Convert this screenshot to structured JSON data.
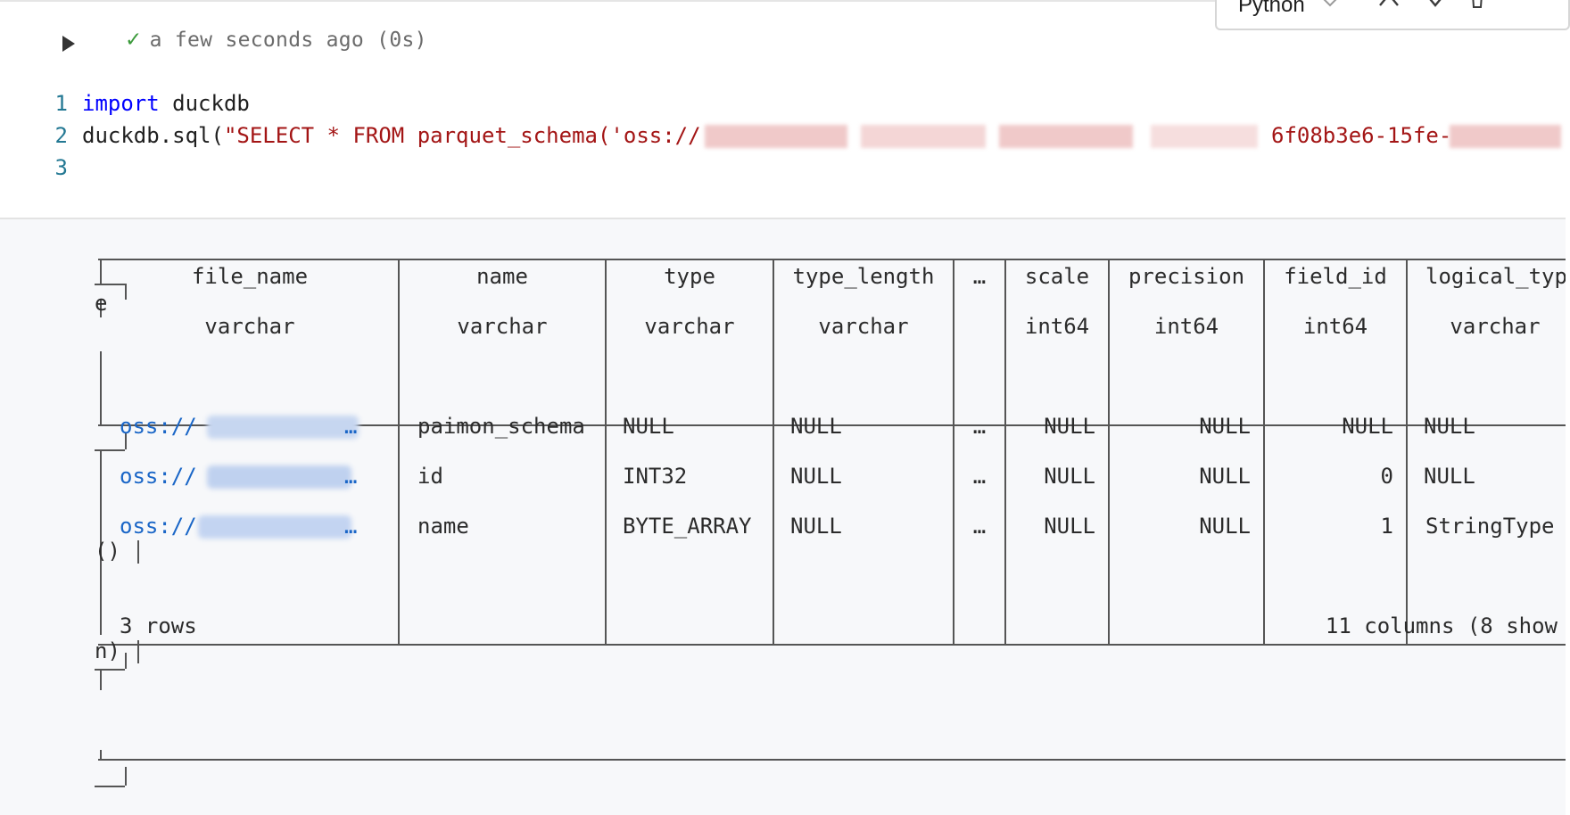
{
  "toolbar": {
    "language": "Python",
    "icons": [
      "chevron-down-icon",
      "arrow-up-icon",
      "arrow-down-icon",
      "trash-icon",
      "more-icon"
    ]
  },
  "cell": {
    "status_check": "✓",
    "status_text": "a few seconds ago (0s)",
    "lines": [
      {
        "num": "1",
        "kw": "import",
        "rest": " duckdb"
      },
      {
        "num": "2",
        "prefix": "duckdb.sql(",
        "str": "\"SELECT * FROM parquet_schema('oss://",
        "str_tail": "6f08b3e6-15fe-"
      },
      {
        "num": "3"
      }
    ]
  },
  "output": {
    "headers": [
      "file_name",
      "name",
      "type",
      "type_length",
      "…",
      "scale",
      "precision",
      "field_id",
      "logical_typ"
    ],
    "header_wrap": "e",
    "types": [
      "varchar",
      "varchar",
      "varchar",
      "varchar",
      "",
      "int64",
      "int64",
      "int64",
      "varchar"
    ],
    "rows": [
      [
        "oss://",
        "…",
        "paimon_schema",
        "NULL",
        "NULL",
        "…",
        "NULL",
        "NULL",
        "NULL",
        "NULL"
      ],
      [
        "oss://",
        "…",
        "id",
        "INT32",
        "NULL",
        "…",
        "NULL",
        "NULL",
        "0",
        "NULL"
      ],
      [
        "oss://",
        "…",
        "name",
        "BYTE_ARRAY",
        "NULL",
        "…",
        "NULL",
        "NULL",
        "1",
        "StringType"
      ]
    ],
    "row3_wrap": "()",
    "footer_rows": "3 rows",
    "footer_cols": "11 columns (8 show",
    "footer_wrap": "n)"
  },
  "colors": {
    "keyword": "#0000ff",
    "string": "#a31515",
    "line_number": "#237893",
    "link": "#1a66c7",
    "output_bg": "#f7f8fa"
  }
}
